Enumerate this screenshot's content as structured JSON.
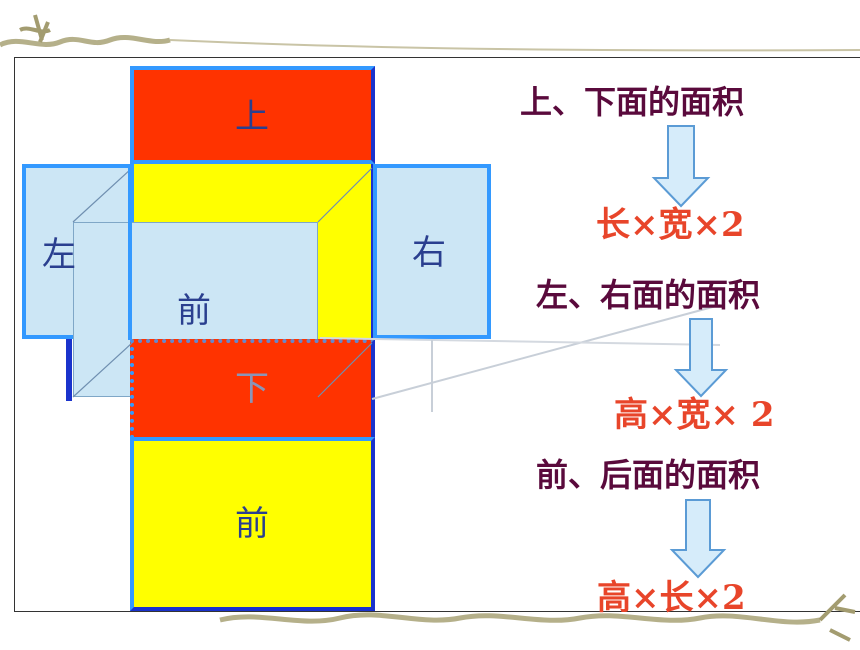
{
  "colors": {
    "red_face": "#ff3300",
    "yellow_face": "#ffff00",
    "blue_face": "#cce6f5",
    "outline_blue": "#3399ff",
    "dark_blue": "#1a33cc",
    "title_color": "#5a0a3c",
    "formula_color": "#e8452a",
    "arrow_fill": "#d6ecfa",
    "arrow_stroke": "#5b9bd5"
  },
  "net": {
    "top_label": "上",
    "left_label": "左",
    "right_label": "右",
    "front_overlay_label": "前",
    "bottom_label": "下",
    "front_label": "前"
  },
  "sections": [
    {
      "title": "上、下面的面积",
      "formula": "长×宽×2"
    },
    {
      "title": "左、右面的面积",
      "formula": "高×宽× 2"
    },
    {
      "title": "前、后面的面积",
      "formula": "高×长×2"
    }
  ]
}
